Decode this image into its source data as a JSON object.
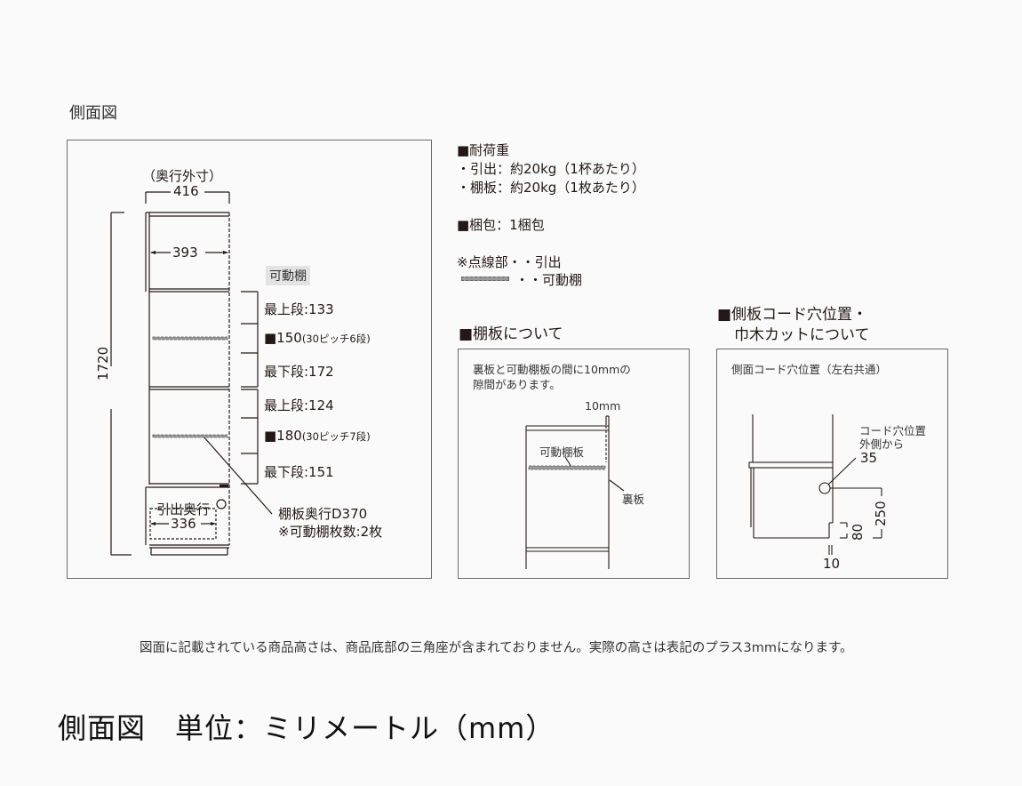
{
  "page_title": "側面図",
  "main_diagram": {
    "depth_outer_label": "（奥行外寸）",
    "depth_outer": "416",
    "depth_inner": "393",
    "height": "1720",
    "adjustable_shelf_badge": "可動棚",
    "upper_section": {
      "top": "最上段:133",
      "pitch_main": "■150",
      "pitch_note": "(30ピッチ6段)",
      "bottom": "最下段:172"
    },
    "lower_section": {
      "top": "最上段:124",
      "pitch_main": "■180",
      "pitch_note": "(30ピッチ7段)",
      "bottom": "最下段:151"
    },
    "drawer_label": "引出奥行",
    "drawer_depth": "336",
    "shelf_depth": "棚板奥行D370",
    "shelf_count": "※可動棚枚数:2枚"
  },
  "specs": {
    "load_heading": "■耐荷重",
    "load_drawer": "・引出：約20kg（1杯あたり）",
    "load_shelf": "・棚板：約20kg（1枚あたり）",
    "packaging": "■梱包：1梱包",
    "legend_dotted": "※点線部・・引出",
    "legend_shelf": "・・可動棚"
  },
  "shelf_panel": {
    "heading": "■棚板について",
    "description_line1": "裏板と可動棚板の間に10mmの",
    "description_line2": "隙間があります。",
    "gap_label": "10mm",
    "shelf_label": "可動棚板",
    "back_label": "裏板"
  },
  "cord_panel": {
    "heading_line1": "■側板コード穴位置・",
    "heading_line2": "巾木カットについて",
    "subtitle": "側面コード穴位置（左右共通）",
    "hole_label_line1": "コード穴位置",
    "hole_label_line2": "外側から",
    "hole_offset": "35",
    "hole_height": "250",
    "cut_height": "80",
    "cut_depth": "10"
  },
  "note": "図面に記載されている商品高さは、商品底部の三角座が含まれておりません。実際の高さは表記のプラス3mmになります。",
  "footer": "側面図　単位：ミリメートル（mm）"
}
